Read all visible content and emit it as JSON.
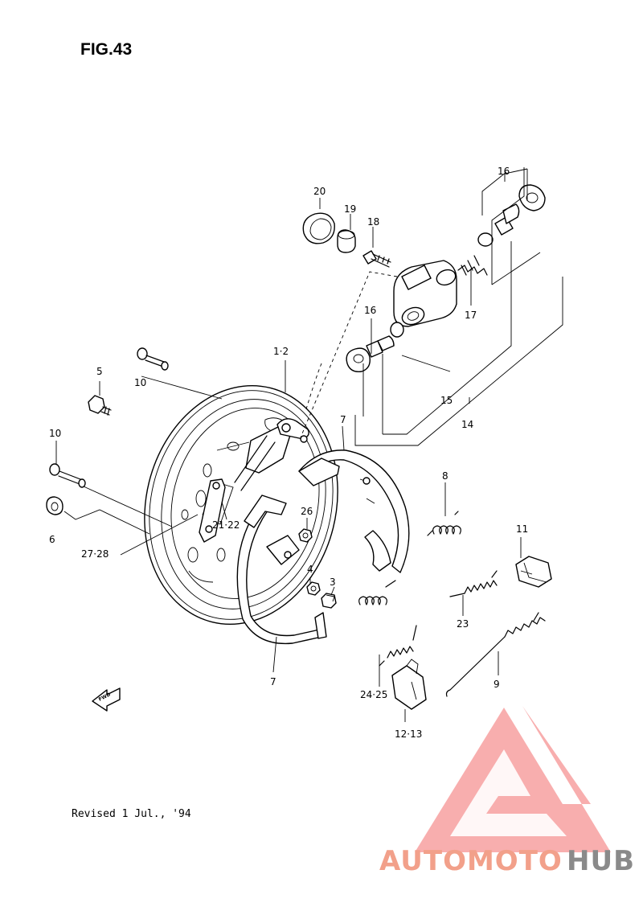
{
  "figure": {
    "title": "FIG.43"
  },
  "labels": {
    "p1_2": "1·2",
    "p3": "3",
    "p4": "4",
    "p5": "5",
    "p6": "6",
    "p7a": "7",
    "p7b": "7",
    "p8": "8",
    "p9": "9",
    "p10a": "10",
    "p10b": "10",
    "p11": "11",
    "p12_13": "12·13",
    "p14": "14",
    "p15": "15",
    "p16a": "16",
    "p16b": "16",
    "p17": "17",
    "p18": "18",
    "p19": "19",
    "p20": "20",
    "p21_22": "21·22",
    "p23": "23",
    "p24_25": "24·25",
    "p26": "26",
    "p27_28": "27·28"
  },
  "fwd": "FWD",
  "revision": "Revised 1 Jul., '94",
  "watermark": {
    "part1": "AUTOMOTO",
    "part2": "HUB",
    "color1": "#f2a08a",
    "color2": "#8a8a8a",
    "logo_color": "#f26b6b"
  }
}
